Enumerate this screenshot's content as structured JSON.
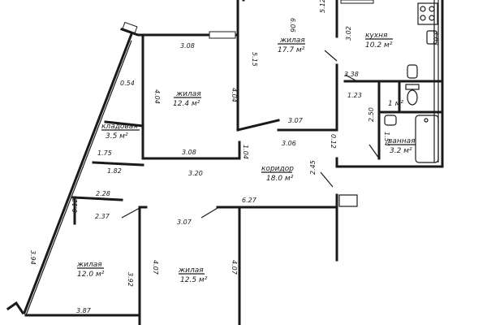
{
  "rooms": {
    "living_1": {
      "name": "жилая",
      "area": "17.7 м²"
    },
    "kitchen": {
      "name": "кухня",
      "area": "10.2 м²"
    },
    "living_2": {
      "name": "жилая",
      "area": "12.4 м²"
    },
    "storage": {
      "name": "кладовая",
      "area": "3.5 м²"
    },
    "wc": {
      "name": "",
      "area": "1 м²"
    },
    "bathroom": {
      "name": "ванная",
      "area": "3.2 м²"
    },
    "corridor": {
      "name": "коридор",
      "area": "18.0 м²"
    },
    "living_3": {
      "name": "жилая",
      "area": "12.0 м²"
    },
    "living_4": {
      "name": "жилая",
      "area": "12.5 м²"
    }
  },
  "dimensions": {
    "d_6_06": "6.06",
    "d_5_12": "5.12",
    "d_3_02": "3.02",
    "d_3_03": "3.03",
    "d_3_08a": "3.08",
    "d_5_15": "5.15",
    "d_0_54": "0.54",
    "d_4_04a": "4.04",
    "d_4_04b": "4.04",
    "d_3_38": "3.38",
    "d_1_23": "1.23",
    "d_2_50": "2.50",
    "d_1_54": "1.54",
    "d_3_07a": "3.07",
    "d_3_06": "3.06",
    "d_0_12a": "0.12",
    "d_1_04": "1.04",
    "d_3_08b": "3.08",
    "d_1_75": "1.75",
    "d_1_82": "1.82",
    "d_3_20": "3.20",
    "d_2_45": "2.45",
    "d_2_28": "2.28",
    "d_6_27": "6.27",
    "d_0_12b": "0.12",
    "d_2_37": "2.37",
    "d_3_07b": "3.07",
    "d_3_94": "3.94",
    "d_4_07a": "4.07",
    "d_4_07b": "4.07",
    "d_3_92": "3.92",
    "d_3_87": "3.87"
  }
}
